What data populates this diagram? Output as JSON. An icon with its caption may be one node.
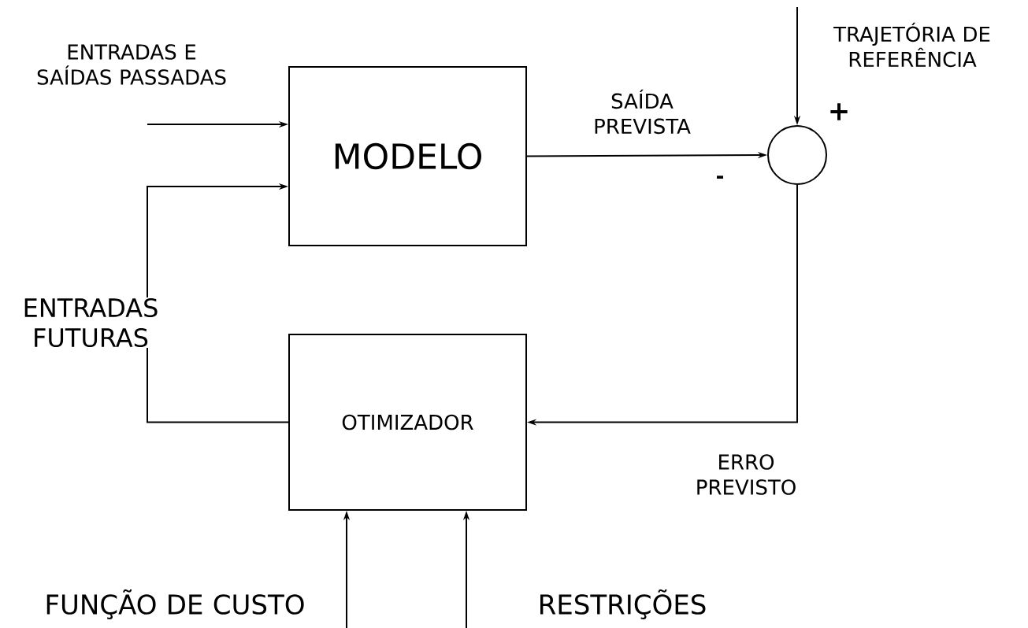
{
  "diagram": {
    "nodes": [
      {
        "text": [
          "MODELO"
        ]
      },
      {
        "text": [
          "OTIMIZADOR"
        ]
      },
      {
        "text": [],
        "shape": "circle"
      }
    ],
    "edges": [
      {
        "from": null,
        "to": 0,
        "arrow": "to",
        "label": "ENTRADAS E SAÍDAS PASSADAS"
      },
      {
        "from": 1,
        "to": 0,
        "arrow": "to",
        "label": "ENTRADAS FUTURAS"
      },
      {
        "from": 0,
        "to": 2,
        "arrow": "to",
        "label": "SAÍDA PREVISTA"
      },
      {
        "from": null,
        "to": 2,
        "arrow": "to",
        "label": "TRAJETÓRIA DE REFERÊNCIA"
      },
      {
        "from": 2,
        "to": 1,
        "arrow": "to",
        "label": "ERRO PREVISTO"
      },
      {
        "from": null,
        "to": 1,
        "arrow": "to",
        "label": "FUNÇÃO DE CUSTO"
      },
      {
        "from": null,
        "to": 1,
        "arrow": "to",
        "label": "RESTRIÇÕES"
      }
    ],
    "labels": [
      "+",
      "-"
    ]
  }
}
